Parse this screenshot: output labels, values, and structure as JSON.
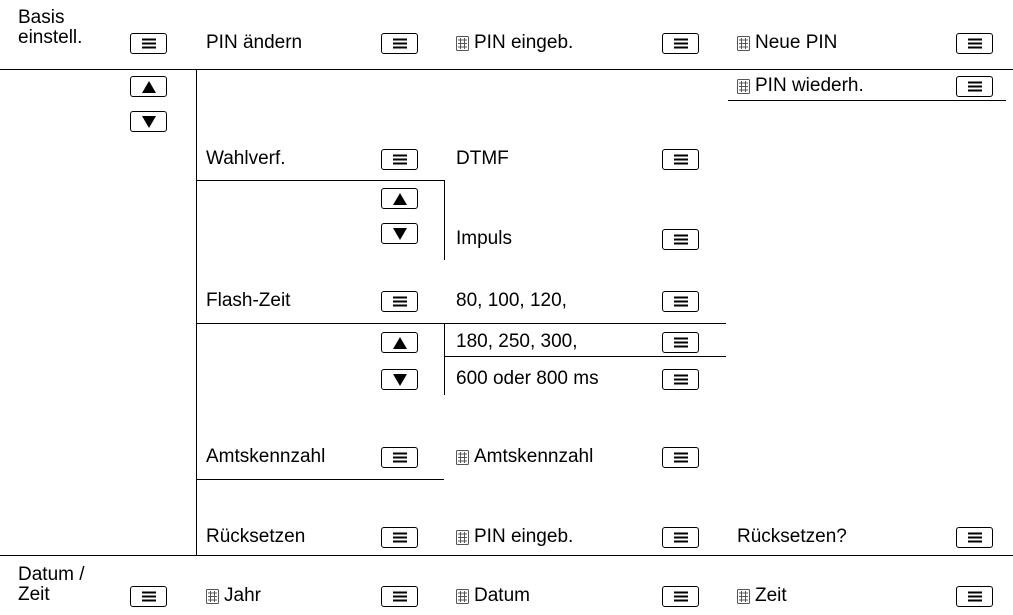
{
  "labels": {
    "basis": "Basis\neinstell.",
    "datum": "Datum /\nZeit",
    "pin_aendern": "PIN ändern",
    "pin_eingeb_1": "PIN eingeb.",
    "neue_pin": "Neue PIN",
    "pin_wiederh": "PIN wiederh.",
    "wahlverf": "Wahlverf.",
    "dtmf": "DTMF",
    "impuls": "Impuls",
    "flash_zeit": "Flash-Zeit",
    "flash_1": "80, 100, 120,",
    "flash_2": "180, 250, 300,",
    "flash_3": "600 oder 800 ms",
    "amtskennzahl": "Amtskennzahl",
    "amtskennzahl_input": "Amtskennzahl",
    "ruecksetzen": "Rücksetzen",
    "pin_eingeb_2": "PIN eingeb.",
    "ruecksetzen_q": "Rücksetzen?",
    "jahr": "Jahr",
    "datum_input": "Datum",
    "zeit": "Zeit"
  },
  "icons": {
    "menu_key": "menu-key-icon",
    "up_key": "arrow-up-key-icon",
    "down_key": "arrow-down-key-icon",
    "keypad": "keypad-input-icon"
  }
}
